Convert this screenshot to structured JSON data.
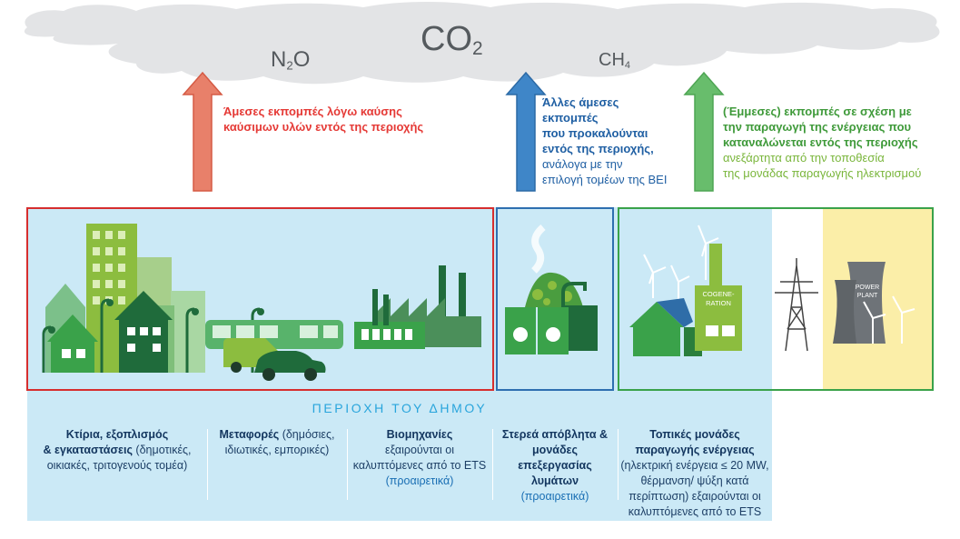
{
  "gases": {
    "co2": {
      "base": "CO",
      "sub": "2"
    },
    "n2o": {
      "base": "N",
      "sub": "2",
      "tail": "O"
    },
    "ch4": {
      "base": "CH",
      "sub": "4"
    }
  },
  "arrows": {
    "red": {
      "color": "#e8806a",
      "line1": "Άμεσες εκπομπές λόγω καύσης",
      "line2": "καύσιμων υλών εντός της περιοχής"
    },
    "blue": {
      "color": "#3f86c8",
      "l1": "Άλλες άμεσες",
      "l2": "εκπομπές",
      "l3": "που προκαλούνται",
      "l4": "εντός της περιοχής,",
      "l5": "ανάλογα με την",
      "l6": "επιλογή τομέων της BEI"
    },
    "green": {
      "color": "#68bd6c",
      "l1": "(Έμμεσες) εκπομπές σε σχέση με",
      "l2": "την παραγωγή της ενέργειας που",
      "l3": "καταναλώνεται εντός της περιοχής",
      "l4": "ανεξάρτητα από την τοποθεσία",
      "l5": "της μονάδας παραγωγής ηλεκτρισμού"
    }
  },
  "scene": {
    "cogeneration_line1": "COGENE-",
    "cogeneration_line2": "RATION",
    "power_plant_line1": "POWER",
    "power_plant_line2": "PLANT"
  },
  "area_title": "ΠΕΡΙΟΧΗ ΤΟΥ ΔΗΜΟΥ",
  "categories": {
    "buildings": {
      "bold1": "Κτίρια, εξοπλισμός",
      "bold2": "& εγκαταστάσεις",
      "rest1": " (δημοτικές,",
      "rest2": "οικιακές, τριτογενούς τομέα)"
    },
    "transport": {
      "bold": "Μεταφορές",
      "rest1": " (δημόσιες,",
      "rest2": "ιδιωτικές, εμπορικές)"
    },
    "industry": {
      "bold": "Βιομηχανίες",
      "l2": "εξαιρούνται οι",
      "l3": "καλυπτόμενες από το ETS",
      "opt": "(προαιρετικά)"
    },
    "waste": {
      "b1": "Στερεά απόβλητα &",
      "b2": "μονάδες",
      "b3": "επεξεργασίας",
      "b4": "λυμάτων",
      "opt": "(προαιρετικά)"
    },
    "energy": {
      "b1": "Τοπικές μονάδες",
      "b2": "παραγωγής ενέργειας",
      "l3": "(ηλεκτρική ενέργεια ≤ 20 MW,",
      "l4": "θέρμανση/ ψύξη κατά",
      "l5": "περίπτωση) εξαιρούνται οι",
      "l6": "καλυπτόμενες από το ETS"
    }
  }
}
